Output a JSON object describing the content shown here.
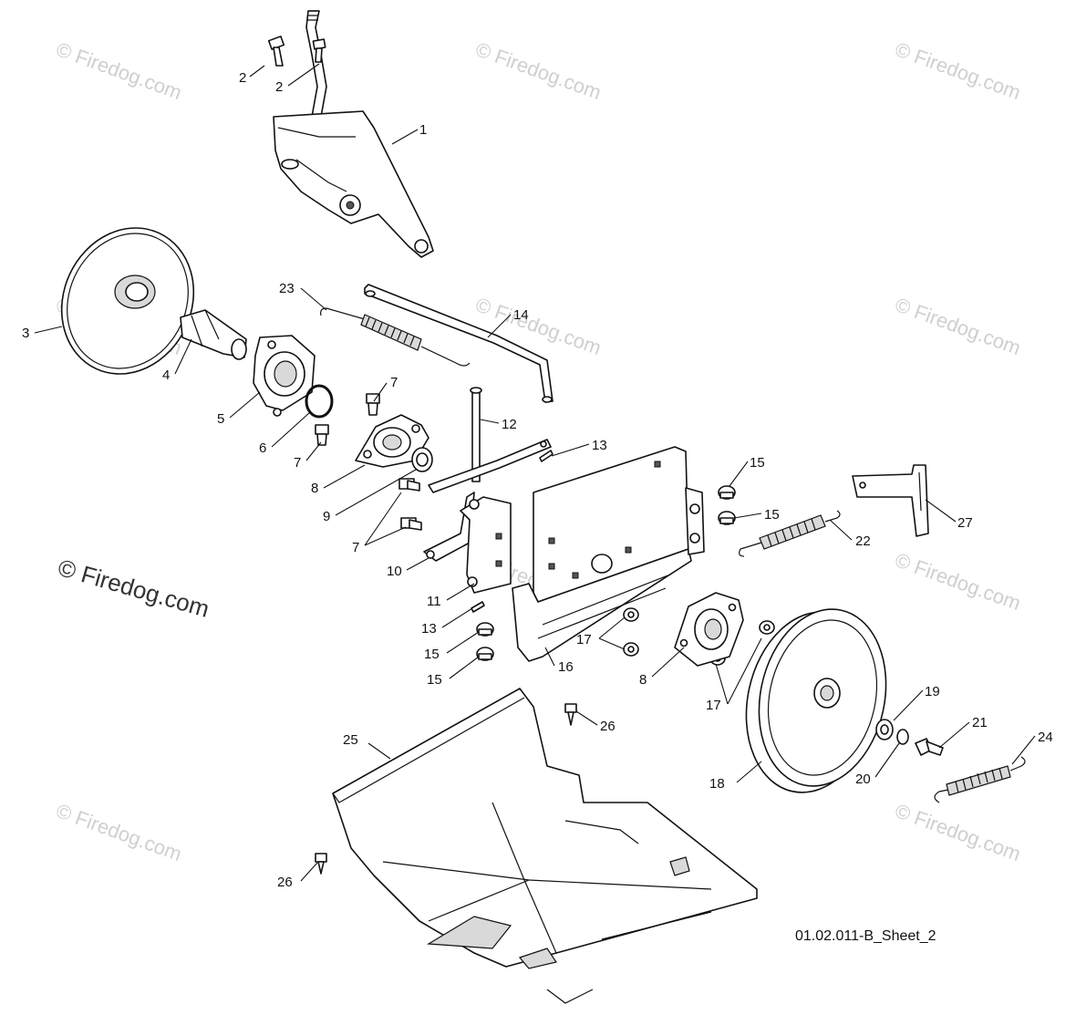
{
  "watermark": {
    "text": "© Firedog.com",
    "main_text": "© Firedog.com"
  },
  "drawing_ref": "01.02.011-B_Sheet_2",
  "callouts": [
    {
      "id": "c1",
      "label": "1"
    },
    {
      "id": "c2a",
      "label": "2"
    },
    {
      "id": "c2b",
      "label": "2"
    },
    {
      "id": "c3",
      "label": "3"
    },
    {
      "id": "c4",
      "label": "4"
    },
    {
      "id": "c5",
      "label": "5"
    },
    {
      "id": "c6",
      "label": "6"
    },
    {
      "id": "c7a",
      "label": "7"
    },
    {
      "id": "c7b",
      "label": "7"
    },
    {
      "id": "c7c",
      "label": "7"
    },
    {
      "id": "c8a",
      "label": "8"
    },
    {
      "id": "c8b",
      "label": "8"
    },
    {
      "id": "c9",
      "label": "9"
    },
    {
      "id": "c10",
      "label": "10"
    },
    {
      "id": "c11",
      "label": "11"
    },
    {
      "id": "c12",
      "label": "12"
    },
    {
      "id": "c13a",
      "label": "13"
    },
    {
      "id": "c13b",
      "label": "13"
    },
    {
      "id": "c14",
      "label": "14"
    },
    {
      "id": "c15a",
      "label": "15"
    },
    {
      "id": "c15b",
      "label": "15"
    },
    {
      "id": "c15c",
      "label": "15"
    },
    {
      "id": "c15d",
      "label": "15"
    },
    {
      "id": "c16",
      "label": "16"
    },
    {
      "id": "c17a",
      "label": "17"
    },
    {
      "id": "c17b",
      "label": "17"
    },
    {
      "id": "c18",
      "label": "18"
    },
    {
      "id": "c19",
      "label": "19"
    },
    {
      "id": "c20",
      "label": "20"
    },
    {
      "id": "c21",
      "label": "21"
    },
    {
      "id": "c22",
      "label": "22"
    },
    {
      "id": "c23",
      "label": "23"
    },
    {
      "id": "c24",
      "label": "24"
    },
    {
      "id": "c25",
      "label": "25"
    },
    {
      "id": "c26a",
      "label": "26"
    },
    {
      "id": "c26b",
      "label": "26"
    },
    {
      "id": "c27",
      "label": "27"
    }
  ]
}
